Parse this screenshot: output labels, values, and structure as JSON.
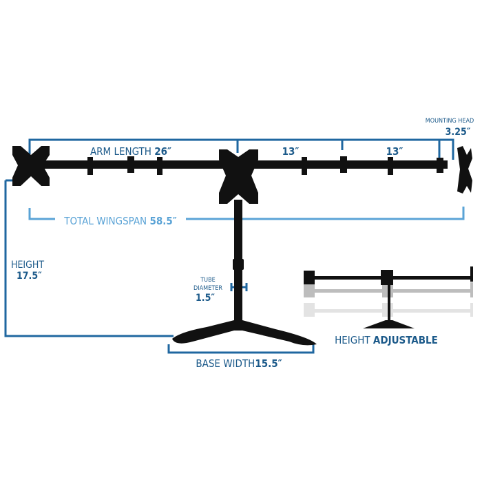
{
  "labels": {
    "arm_length": "ARM LENGTH ",
    "arm_length_value": "26″",
    "segment_1": "13″",
    "segment_2": "13″",
    "mounting_head": "MOUNTING HEAD",
    "mounting_head_value": "3.25″",
    "total_wingspan": "TOTAL WINGSPAN ",
    "total_wingspan_value": "58.5″",
    "height": "HEIGHT",
    "height_value": "17.5″",
    "tube_line1": "TUBE",
    "tube_line2": "DIAMETER",
    "tube_value": "1.5″",
    "base_width": "BASE WIDTH",
    "base_width_value": "15.5″",
    "height_adjustable": "HEIGHT ",
    "height_adjustable_bold": "ADJUSTABLE"
  },
  "colors": {
    "dimension": "#1f67a0",
    "wingspan": "#5aa3d6",
    "product": "#111111"
  }
}
